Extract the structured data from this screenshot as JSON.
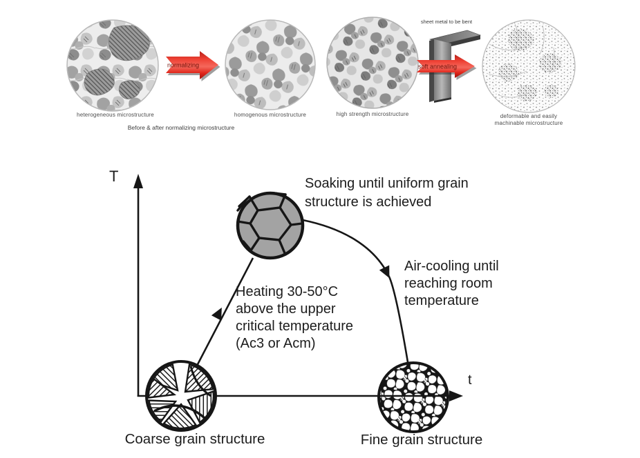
{
  "top_panel": {
    "micrograph_labels": {
      "m1": "heterogeneous microstructure",
      "m2": "homogenous microstructure",
      "m3": "high strength microstructure",
      "m4": "deformable and easily\nmachinable microstructure"
    },
    "caption": "Before & after normalizing microstructure",
    "normalizing_arrow_label": "normalizing",
    "soft_annealing_arrow_label": "soft annealing",
    "sheet_metal_label": "sheet metal to be bent",
    "arrow_color": "#e4241b",
    "arrow_text_color": "#701109"
  },
  "diagram": {
    "temperature_axis_label": "T",
    "time_axis_label": "t",
    "soaking_note": "Soaking until uniform grain\nstructure is achieved",
    "heating_note": "Heating 30-50°C\nabove the upper\ncritical temperature\n(Ac3 or Acm)",
    "cooling_note": "Air-cooling until\nreaching room\ntemperature",
    "coarse_label": "Coarse grain structure",
    "fine_label": "Fine grain structure",
    "line_color": "#161616"
  }
}
